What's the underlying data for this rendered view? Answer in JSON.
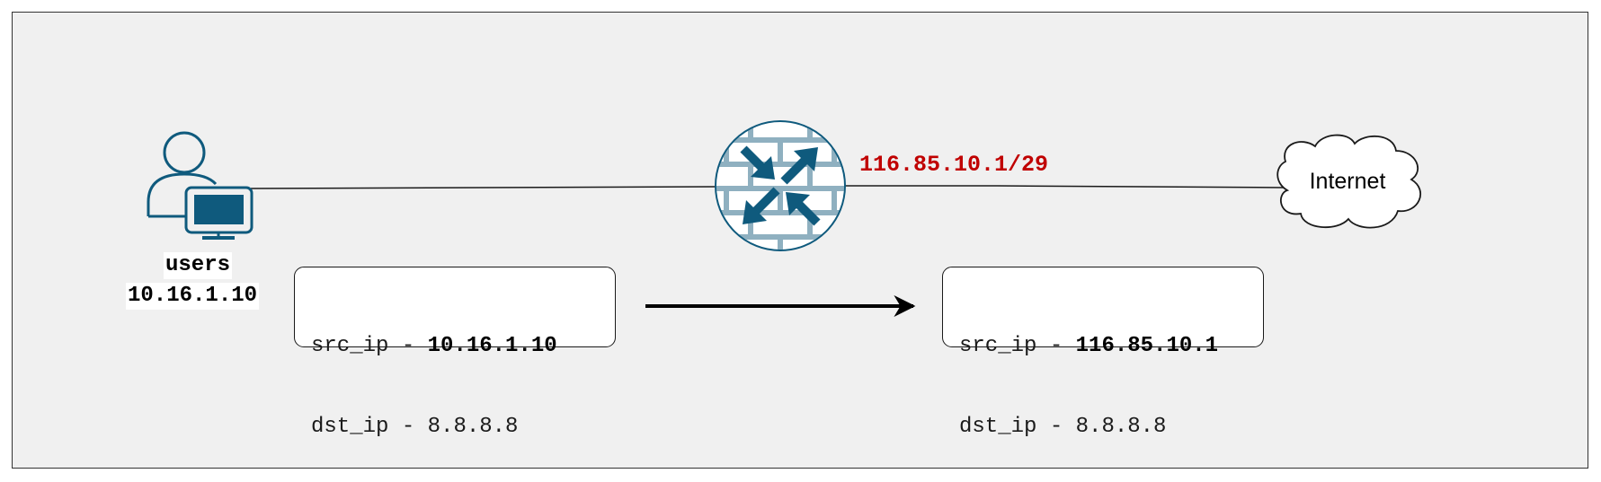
{
  "user": {
    "name": "users",
    "ip": "10.16.1.10"
  },
  "firewall": {
    "wan_ip": "116.85.10.1/29"
  },
  "internet": {
    "label": "Internet"
  },
  "packet_before": {
    "src_key": "src_ip",
    "src_sep": " - ",
    "src_value": "10.16.1.10",
    "dst_key": "dst_ip",
    "dst_sep": " - ",
    "dst_value": "8.8.8.8"
  },
  "packet_after": {
    "src_key": "src_ip",
    "src_sep": " - ",
    "src_value": "116.85.10.1",
    "dst_key": "dst_ip",
    "dst_sep": " - ",
    "dst_value": "8.8.8.8"
  },
  "colors": {
    "icon": "#0f5a7d",
    "wall": "#8fb0c0",
    "nat_label": "#c00000"
  }
}
